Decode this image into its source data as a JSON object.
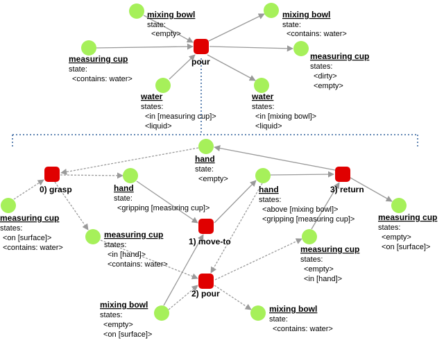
{
  "colors": {
    "object_node": "#a6f05a",
    "action_node": "#e00000",
    "edge_solid": "#999999",
    "edge_dashed": "#9a9a9a",
    "bracket": "#2c5d9a"
  },
  "top": {
    "action": {
      "label": "pour"
    },
    "objects": [
      {
        "id": "t_bowl_in",
        "title": "mixing bowl",
        "lines": [
          "state:",
          "<empty>"
        ]
      },
      {
        "id": "t_cup_in",
        "title": "measuring cup",
        "lines": [
          "state:",
          "<contains: water>"
        ]
      },
      {
        "id": "t_water_in",
        "title": "water",
        "lines": [
          "states:",
          "<in [measuring cup]>",
          "<liquid>"
        ]
      },
      {
        "id": "t_bowl_out",
        "title": "mixing bowl",
        "lines": [
          "state:",
          "<contains: water>"
        ]
      },
      {
        "id": "t_cup_out",
        "title": "measuring cup",
        "lines": [
          "states:",
          "<dirty>",
          "<empty>"
        ]
      },
      {
        "id": "t_water_out",
        "title": "water",
        "lines": [
          "states:",
          "<in [mixing bowl]>",
          "<liquid>"
        ]
      }
    ]
  },
  "bottom": {
    "actions": [
      {
        "id": "a_grasp",
        "label": "0) grasp"
      },
      {
        "id": "a_move",
        "label": "1) move-to"
      },
      {
        "id": "a_pour",
        "label": "2) pour"
      },
      {
        "id": "a_return",
        "label": "3) return"
      }
    ],
    "objects": [
      {
        "id": "b_hand_empty",
        "title": "hand",
        "lines": [
          "state:",
          "<empty>"
        ]
      },
      {
        "id": "b_cup_surface",
        "title": "measuring cup",
        "lines": [
          "states:",
          "<on [surface]>",
          "<contains: water>"
        ]
      },
      {
        "id": "b_hand_grip",
        "title": "hand",
        "lines": [
          "state:",
          "<gripping [measuring cup]>"
        ]
      },
      {
        "id": "b_cup_hand",
        "title": "measuring cup",
        "lines": [
          "states:",
          "<in [hand]>",
          "<contains: water>"
        ]
      },
      {
        "id": "b_hand_above",
        "title": "hand",
        "lines": [
          "states:",
          "<above [mixing bowl]>",
          "<gripping [measuring cup]>"
        ]
      },
      {
        "id": "b_cup_empty_hand",
        "title": "measuring cup",
        "lines": [
          "states:",
          "<empty>",
          "<in [hand]>"
        ]
      },
      {
        "id": "b_cup_empty_surface",
        "title": "measuring cup",
        "lines": [
          "states:",
          "<empty>",
          "<on [surface]>"
        ]
      },
      {
        "id": "b_bowl_empty",
        "title": "mixing bowl",
        "lines": [
          "states:",
          "<empty>",
          "<on [surface]>"
        ]
      },
      {
        "id": "b_bowl_water",
        "title": "mixing bowl",
        "lines": [
          "state:",
          "<contains: water>"
        ]
      }
    ]
  }
}
